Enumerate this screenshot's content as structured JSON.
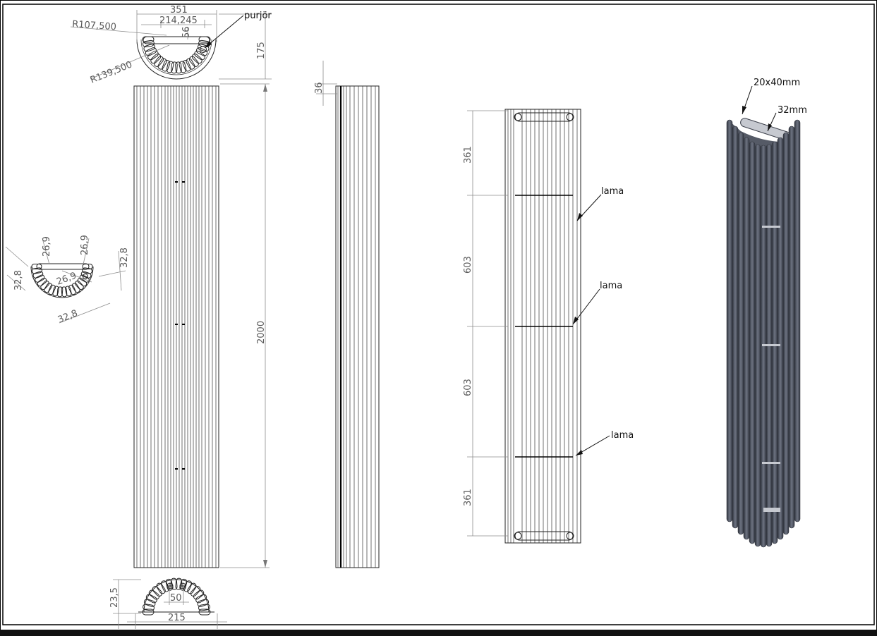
{
  "colors": {
    "frame": "#000000",
    "outline": "#222222",
    "dimension": "#5a5a5a",
    "render_dark": "#3b3f4a",
    "render_light": "#6e7482",
    "bottom_bar": "#111111"
  },
  "top_view": {
    "width": "351",
    "inner_width": "214,245",
    "depth_small": "56",
    "radius_inner": "R107,500",
    "radius_outer": "R139,500",
    "height": "175",
    "label_purjor": "purjör"
  },
  "section_view": {
    "a1": "26,9",
    "a2": "26,9",
    "a3": "26,9",
    "b1": "32,8",
    "b2": "32,8",
    "b3": "32,8"
  },
  "front_view": {
    "total_height": "2000"
  },
  "bottom_view": {
    "depth": "23,5",
    "pipe_spacing": "50",
    "width": "215"
  },
  "side_view": {
    "depth": "36"
  },
  "back_view": {
    "d1": "361",
    "d2": "603",
    "d3": "603",
    "d4": "361",
    "lama1": "lama",
    "lama2": "lama",
    "lama3": "lama"
  },
  "iso_view": {
    "label_profile": "20x40mm",
    "label_pipe": "32mm"
  }
}
